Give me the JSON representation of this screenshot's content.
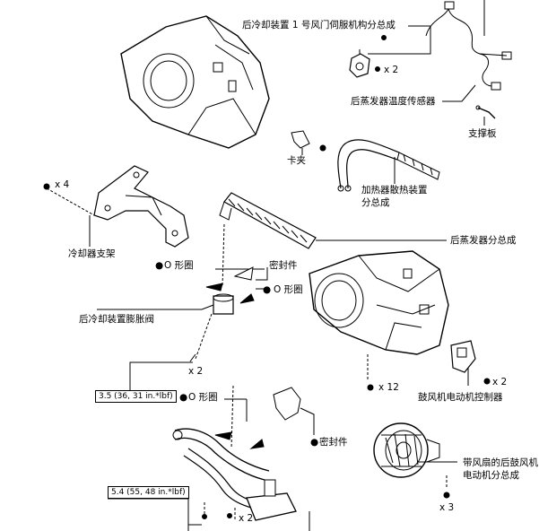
{
  "labels": {
    "rear_damper_servo": "后冷却装置 1 号风门伺服机构分总成",
    "rear_evap_temp_sensor": "后蒸发器温度传感器",
    "support_plate": "支撑板",
    "clip": "卡夹",
    "heater_radiator_line1": "加热器散热装置",
    "heater_radiator_line2": "分总成",
    "cooler_bracket": "冷却器支架",
    "rear_evaporator": "后蒸发器分总成",
    "seal_upper": "密封件",
    "oring_upper_left": "O 形圈",
    "oring_upper_right": "O 形圈",
    "expansion_valve": "后冷却装置膨胀阀",
    "oring_lower": "O 形圈",
    "seal_lower": "密封件",
    "blower_controller": "鼓风机电动机控制器",
    "blower_motor_line1": "带风扇的后鼓风机",
    "blower_motor_line2": "电动机分总成"
  },
  "quantities": {
    "servo_screws": "x 2",
    "bracket_bolts": "x 4",
    "valve_bolts": "x 2",
    "case_screws": "x 12",
    "controller_screws": "x 2",
    "motor_screws": "x 3",
    "pipe_bolts": "x 2"
  },
  "torques": {
    "valve_bolt": "3.5 (36, 31 in.*lbf)",
    "pipe_bolt": "5.4 (55, 48 in.*lbf)"
  },
  "symbols": {
    "not_reusable": "●"
  }
}
